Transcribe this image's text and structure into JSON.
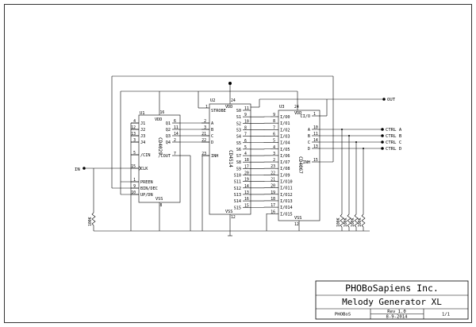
{
  "title_block": {
    "company": "PHOBoSapiens Inc.",
    "title": "Melody Generator XL",
    "author": "PHOBoS",
    "revision": "Rev 1.0",
    "date": "8-9-2014",
    "sheet": "1/1"
  },
  "ports": {
    "input": "IN",
    "output": "OUT",
    "ctrl": [
      "CTRL A",
      "CTRL B",
      "CTRL C",
      "CTRL D"
    ]
  },
  "resistor_value": "100K",
  "u1": {
    "ref": "U1",
    "part": "CD4029",
    "vdd": "VDD",
    "vss": "VSS",
    "vdd_pin": "16",
    "vss_pin": "8",
    "left": [
      {
        "pin": "4",
        "name": "J1"
      },
      {
        "pin": "12",
        "name": "J2"
      },
      {
        "pin": "13",
        "name": "J3"
      },
      {
        "pin": "3",
        "name": "J4"
      },
      {
        "pin": "5",
        "name": "/CIN"
      },
      {
        "pin": "15",
        "name": "CLK"
      },
      {
        "pin": "1",
        "name": "PREEN"
      },
      {
        "pin": "9",
        "name": "BIN/DEC"
      },
      {
        "pin": "10",
        "name": "UP/DN"
      }
    ],
    "right": [
      {
        "pin": "6",
        "name": "Q1"
      },
      {
        "pin": "11",
        "name": "Q2"
      },
      {
        "pin": "14",
        "name": "Q3"
      },
      {
        "pin": "2",
        "name": "Q4"
      },
      {
        "pin": "7",
        "name": "/COUT"
      }
    ]
  },
  "u2": {
    "ref": "U2",
    "part": "CD4514",
    "vdd": "VDD",
    "vss": "VSS",
    "vdd_pin": "24",
    "vss_pin": "12",
    "strobe": {
      "pin": "1",
      "name": "STROBE"
    },
    "left": [
      {
        "pin": "2",
        "name": "A"
      },
      {
        "pin": "3",
        "name": "B"
      },
      {
        "pin": "21",
        "name": "C"
      },
      {
        "pin": "22",
        "name": "D"
      },
      {
        "pin": "23",
        "name": "INH"
      }
    ],
    "right": [
      {
        "pin": "11",
        "name": "S0"
      },
      {
        "pin": "9",
        "name": "S1"
      },
      {
        "pin": "10",
        "name": "S2"
      },
      {
        "pin": "8",
        "name": "S3"
      },
      {
        "pin": "7",
        "name": "S4"
      },
      {
        "pin": "6",
        "name": "S5"
      },
      {
        "pin": "5",
        "name": "S6"
      },
      {
        "pin": "4",
        "name": "S7"
      },
      {
        "pin": "18",
        "name": "S8"
      },
      {
        "pin": "17",
        "name": "S9"
      },
      {
        "pin": "20",
        "name": "S10"
      },
      {
        "pin": "19",
        "name": "S11"
      },
      {
        "pin": "14",
        "name": "S12"
      },
      {
        "pin": "13",
        "name": "S13"
      },
      {
        "pin": "16",
        "name": "S14"
      },
      {
        "pin": "15",
        "name": "S15"
      }
    ]
  },
  "u3": {
    "ref": "U3",
    "part": "CD4067",
    "vdd": "VDD",
    "vss": "VSS",
    "vdd_pin": "24",
    "vss_pin": "12",
    "left": [
      {
        "pin": "9",
        "name": "I/O0"
      },
      {
        "pin": "8",
        "name": "I/O1"
      },
      {
        "pin": "7",
        "name": "I/O2"
      },
      {
        "pin": "6",
        "name": "I/O3"
      },
      {
        "pin": "5",
        "name": "I/O4"
      },
      {
        "pin": "4",
        "name": "I/O5"
      },
      {
        "pin": "3",
        "name": "I/O6"
      },
      {
        "pin": "2",
        "name": "I/O7"
      },
      {
        "pin": "23",
        "name": "I/O8"
      },
      {
        "pin": "22",
        "name": "I/O9"
      },
      {
        "pin": "21",
        "name": "I/O10"
      },
      {
        "pin": "20",
        "name": "I/O11"
      },
      {
        "pin": "19",
        "name": "I/O12"
      },
      {
        "pin": "18",
        "name": "I/O13"
      },
      {
        "pin": "17",
        "name": "I/O14"
      },
      {
        "pin": "16",
        "name": "I/O15"
      }
    ],
    "right": [
      {
        "pin": "1",
        "name": "CI/O"
      },
      {
        "pin": "10",
        "name": "A"
      },
      {
        "pin": "11",
        "name": "B"
      },
      {
        "pin": "14",
        "name": "C"
      },
      {
        "pin": "13",
        "name": "D"
      },
      {
        "pin": "15",
        "name": "INH"
      }
    ]
  }
}
